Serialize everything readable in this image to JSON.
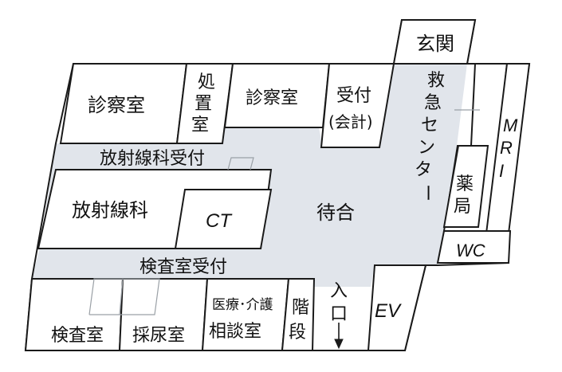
{
  "rooms": {
    "entrance": "玄関",
    "exam_room_upper_left": "診察室",
    "clinic_room_chars": [
      "処",
      "置",
      "室"
    ],
    "exam_room_upper_mid": "診察室",
    "reception_line1": "受付",
    "reception_line2": "(会計)",
    "emergency_center_chars": [
      "救",
      "急",
      "セ",
      "ン",
      "タ",
      "ー"
    ],
    "mri_chars": [
      "M",
      "R",
      "I"
    ],
    "radiology_reception": "放射線科受付",
    "radiology": "放射線科",
    "ct": "CT",
    "waiting_area": "待合",
    "pharmacy_chars": [
      "薬",
      "局"
    ],
    "wc": "WC",
    "lab_reception": "検査室受付",
    "lab_room": "検査室",
    "urine_collection_room": "採尿室",
    "consult_line1": "医療･介護",
    "consult_line2": "相談室",
    "stairs_chars": [
      "階",
      "段"
    ],
    "entry_chars": [
      "入",
      "口"
    ],
    "elevator": "EV"
  },
  "colors": {
    "corridor": "#e1e5eb",
    "wall": "#1a1a1a",
    "room": "#ffffff",
    "thin_line": "#9aa0a6"
  }
}
